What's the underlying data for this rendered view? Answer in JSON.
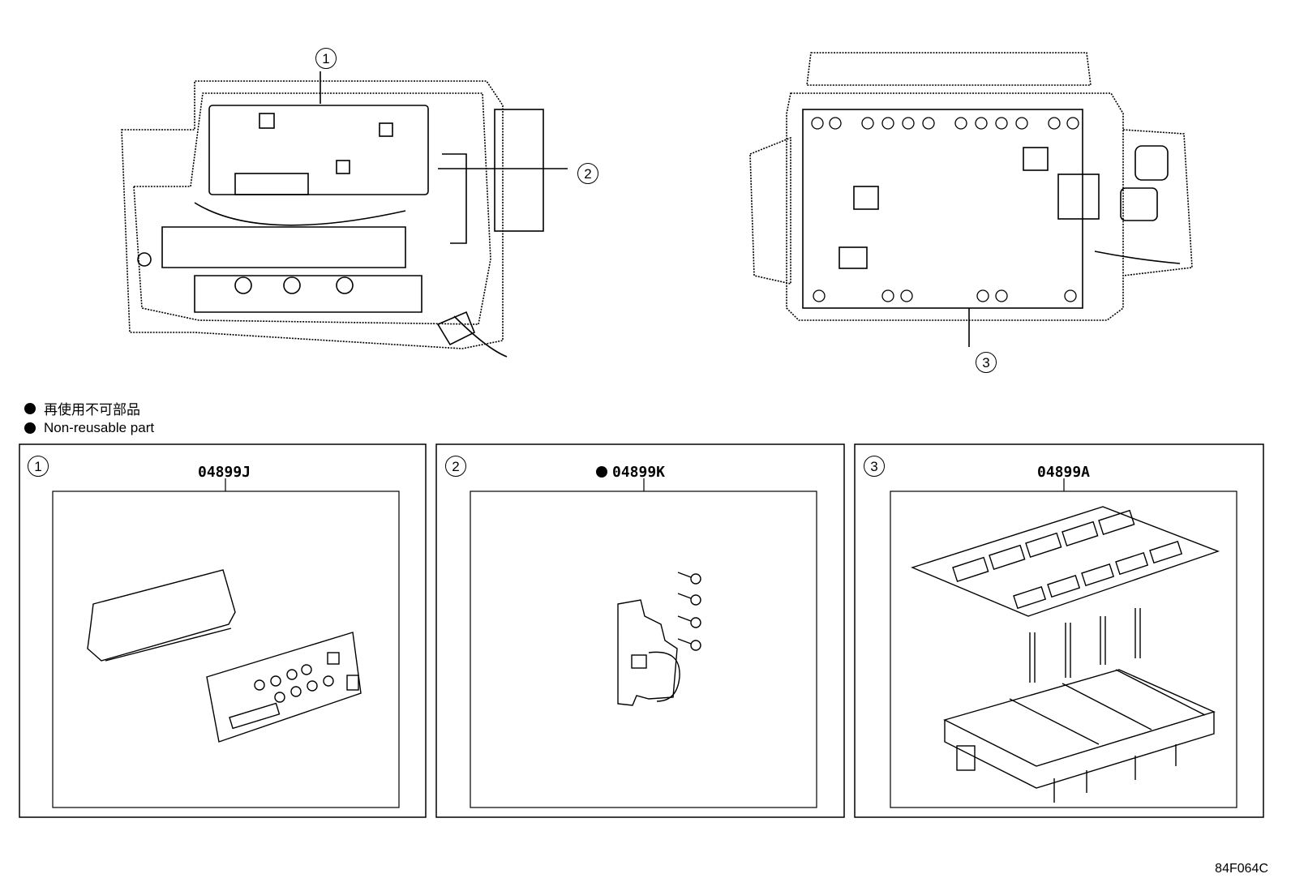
{
  "legend": {
    "line_jp": "再使用不可部品",
    "line_en": "Non-reusable part"
  },
  "callouts": {
    "c1": "1",
    "c2": "2",
    "c3": "3"
  },
  "panels": [
    {
      "index": "1",
      "part_no": "04899J",
      "non_reusable": false
    },
    {
      "index": "2",
      "part_no": "04899K",
      "non_reusable": true
    },
    {
      "index": "3",
      "part_no": "04899A",
      "non_reusable": false
    }
  ],
  "figure_code": "84F064C"
}
